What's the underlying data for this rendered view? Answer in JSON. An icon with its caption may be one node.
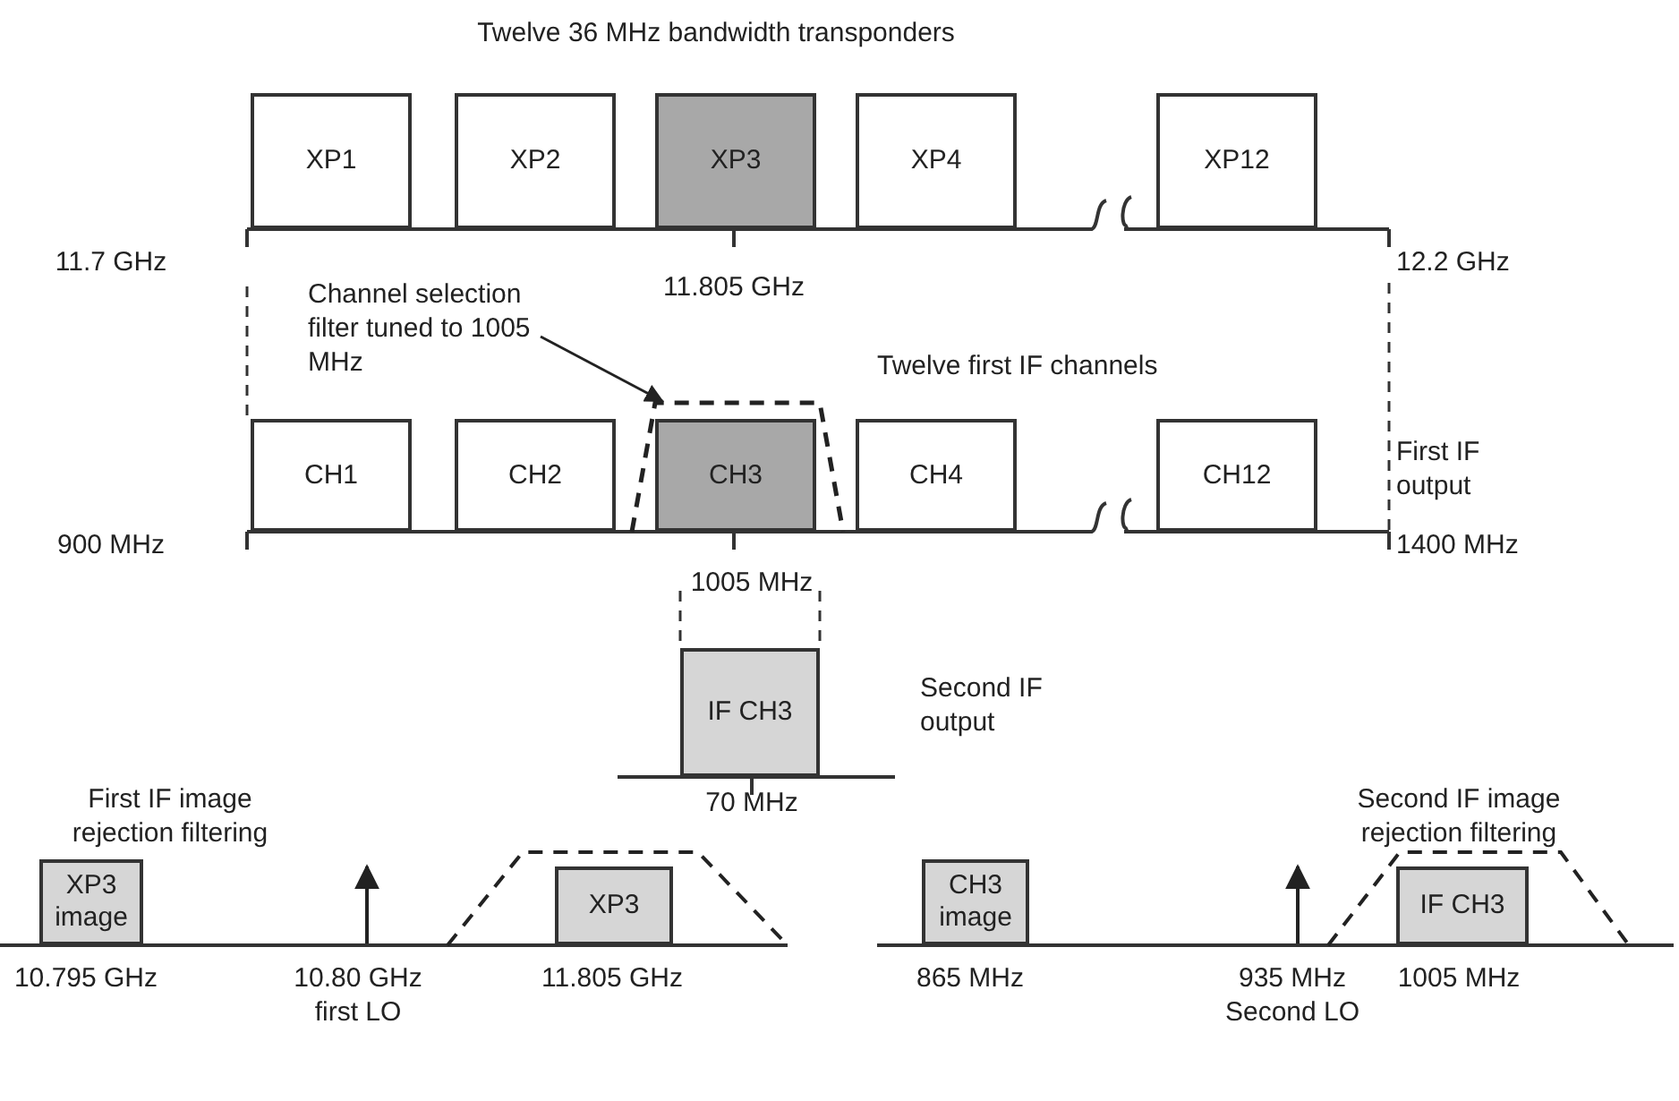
{
  "diagram": {
    "title": "Twelve 36 MHz bandwidth transponders",
    "nodes": [
      {
        "text": [
          "XP1"
        ]
      },
      {
        "text": [
          "XP2"
        ]
      },
      {
        "text": [
          "XP3"
        ]
      },
      {
        "text": [
          "XP4"
        ]
      },
      {
        "text": [
          "XP12"
        ]
      },
      {
        "text": [
          "Channel selection filter tuned to 1005 MHz"
        ]
      },
      {
        "text": [],
        "shape": "trapezoid"
      },
      {
        "text": [
          "CH1"
        ]
      },
      {
        "text": [
          "CH2"
        ]
      },
      {
        "text": [
          "CH3"
        ],
        "in": 6
      },
      {
        "text": [
          "CH4"
        ]
      },
      {
        "text": [
          "CH12"
        ]
      },
      {
        "text": [
          "IF CH3"
        ]
      },
      {
        "text": [
          "XP3 image"
        ]
      },
      {
        "text": [
          "XP3"
        ]
      },
      {
        "text": [
          "CH3 image"
        ]
      },
      {
        "text": [
          "IF CH3"
        ]
      }
    ],
    "edges": [
      {
        "from": 5,
        "to": 6,
        "arrow": "to"
      }
    ],
    "labels": [
      "11.7 GHz",
      "11.805 GHz",
      "12.2 GHz",
      "Twelve first IF channels",
      "First IF output",
      "900 MHz",
      "1005 MHz",
      "1400 MHz",
      "Second IF output",
      "70 MHz",
      "First IF image rejection filtering",
      "Second IF image rejection filtering",
      "10.795 GHz",
      "10.80 GHz first LO",
      "11.805 GHz",
      "865 MHz",
      "935 MHz Second LO",
      "1005 MHz"
    ]
  }
}
